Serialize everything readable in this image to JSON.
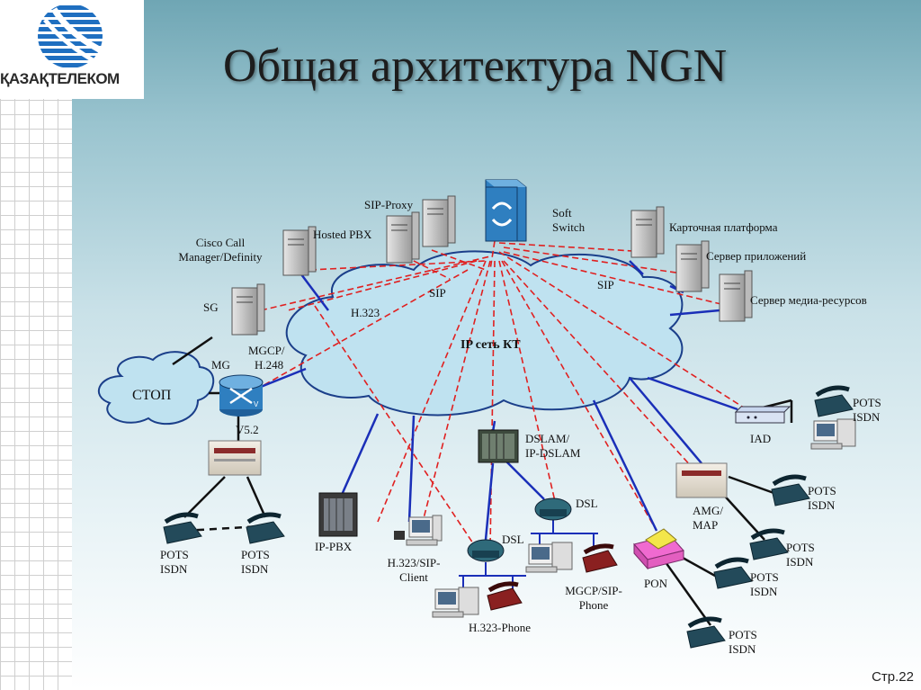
{
  "slide": {
    "title": "Общая архитектура NGN",
    "logo_text": "ҚАЗАҚТЕЛЕКОМ",
    "page_number": "Стр.22"
  },
  "labels": {
    "sip_proxy": "SIP-Proxy",
    "soft_switch_1": "Soft",
    "soft_switch_2": "Switch",
    "hosted_pbx": "Hosted PBX",
    "cisco_1": "Cisco Call",
    "cisco_2": "Manager/Definity",
    "card_platform": "Карточная платформа",
    "app_server": "Сервер приложений",
    "media_server": "Сервер медиа-ресурсов",
    "sg": "SG",
    "sip_left": "SIP",
    "sip_right": "SIP",
    "h323": "H.323",
    "ip_network": "IP сеть КТ",
    "mgcp_1": "MGCP/",
    "mgcp_2": "H.248",
    "mg": "MG",
    "stop": "СТОП",
    "v52": "V5.2",
    "dslam_1": "DSLAM/",
    "dslam_2": "IP-DSLAM",
    "iad": "IAD",
    "pots_isdn_a_1": "POTS",
    "pots_isdn_a_2": "ISDN",
    "pots_isdn_b_1": "POTS",
    "pots_isdn_b_2": "ISDN",
    "pots_isdn_c_1": "POTS",
    "pots_isdn_c_2": "ISDN",
    "pots_isdn_d_1": "POTS",
    "pots_isdn_d_2": "ISDN",
    "pots_isdn_e_1": "POTS",
    "pots_isdn_e_2": "ISDN",
    "pots_isdn_f_1": "POTS",
    "pots_isdn_f_2": "ISDN",
    "pots_isdn_g_1": "POTS",
    "pots_isdn_g_2": "ISDN",
    "amg_1": "AMG/",
    "amg_2": "MAP",
    "dsl_1": "DSL",
    "dsl_2": "DSL",
    "ip_pbx": "IP-PBX",
    "h323_client_1": "H.323/SIP-",
    "h323_client_2": "Client",
    "mgcp_phone_1": "MGCP/SIP-",
    "mgcp_phone_2": "Phone",
    "h323_phone": "H.323-Phone",
    "pon": "PON"
  },
  "colors": {
    "signal_line": "#e02020",
    "access_line": "#1a2fb8",
    "cloud_fill": "#bfe2f0",
    "cloud_stroke": "#1b3f8a",
    "switch_blue": "#2f7fc0"
  },
  "icons": [
    "server-icon",
    "softswitch-icon",
    "router-icon",
    "dslam-icon",
    "phone-icon",
    "computer-icon",
    "modem-icon",
    "pon-splitter-icon",
    "pbx-icon",
    "iad-icon",
    "amg-icon"
  ]
}
